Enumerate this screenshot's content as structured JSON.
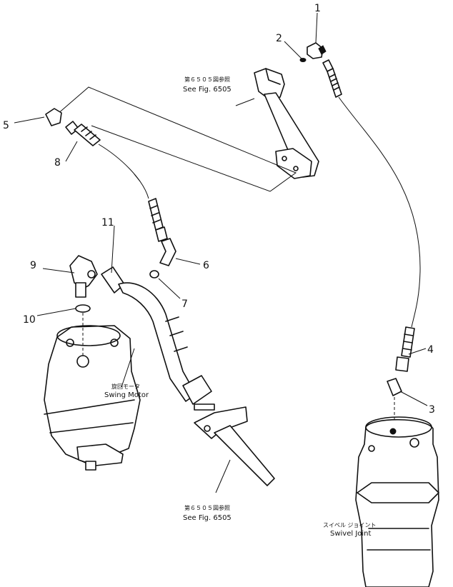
{
  "callouts": {
    "c1": "1",
    "c2": "2",
    "c3": "3",
    "c4": "4",
    "c5": "5",
    "c6": "6",
    "c7": "7",
    "c8": "8",
    "c9": "9",
    "c10": "10",
    "c11": "11"
  },
  "labels": {
    "ref_top_jp": "第６５０５図参照",
    "ref_top_en": "See Fig. 6505",
    "ref_bottom_jp": "第６５０５図参照",
    "ref_bottom_en": "See Fig. 6505",
    "motor_jp": "旋回モータ",
    "motor_en": "Swing Motor",
    "swivel_jp": "スイベル ジョイント",
    "swivel_en": "Swivel Joint"
  }
}
